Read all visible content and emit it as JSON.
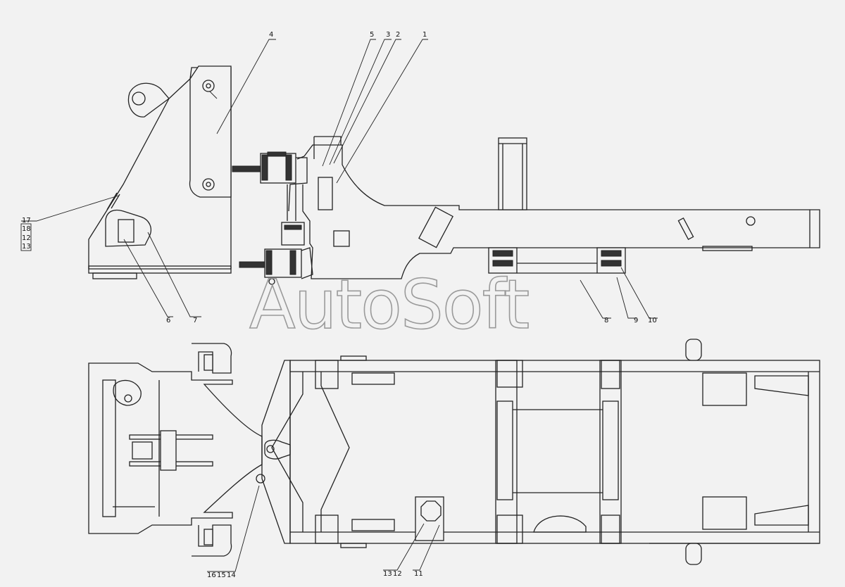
{
  "watermark": "AutoSoft",
  "callouts": [
    "1",
    "2",
    "3",
    "4",
    "5",
    "6",
    "7",
    "8",
    "9",
    "10",
    "11",
    "12",
    "13",
    "14",
    "15",
    "16",
    "17",
    "18"
  ],
  "colors": {
    "background": "#f2f2f2",
    "line": "#222222",
    "watermark": "#9a9a9a"
  }
}
